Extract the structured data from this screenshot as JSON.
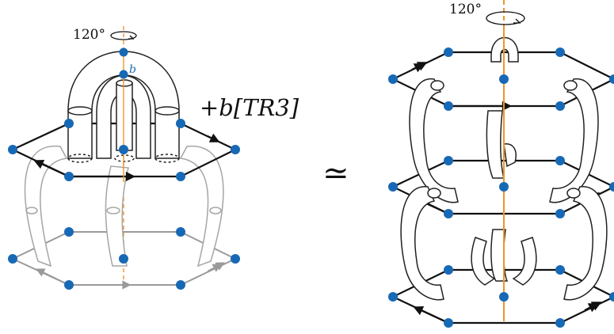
{
  "left": {
    "angle_label": "120°",
    "vertex_label": "b",
    "operation_label": "+b[TR3]"
  },
  "center": {
    "relation_symbol": "≃"
  },
  "right": {
    "angle_label": "120°"
  },
  "colors": {
    "vertex": "#1769b5",
    "axis": "#f0962a",
    "edge_dark": "#111111",
    "edge_gray": "#9a9a9a",
    "tube_dark": "#222222",
    "tube_gray": "#a5a5a5"
  },
  "icons": {
    "rotation": "rotation-arrow-icon",
    "relation": "homotopy-equivalence-icon"
  }
}
